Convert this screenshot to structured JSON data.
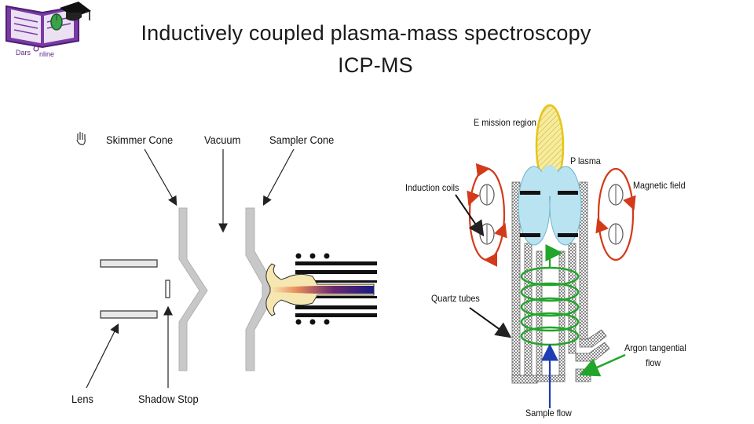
{
  "title": {
    "line1": "Inductively coupled plasma-mass  spectroscopy",
    "line2": "ICP-MS"
  },
  "logo": {
    "text_left": "Dars",
    "text_right": "nline",
    "icon": "book-graduation-cap-icon"
  },
  "left_diagram": {
    "labels": {
      "skimmer_cone": "Skimmer Cone",
      "vacuum": "Vacuum",
      "sampler_cone": "Sampler Cone",
      "lens": "Lens",
      "shadow_stop": "Shadow Stop"
    },
    "corner_icon": "hand-pointer-icon"
  },
  "right_diagram": {
    "labels": {
      "emission_region": "E mission region",
      "plasma": "P lasma",
      "induction_coils": "Induction coils",
      "magnetic_field": "Magnetic field",
      "quartz_tubes": "Quartz tubes",
      "argon_flow_line1": "Argon tangential",
      "argon_flow_line2": "flow",
      "sample_flow": "Sample flow"
    }
  },
  "colors": {
    "emission": "#f3e28a",
    "plasma": "#b9e3f0",
    "magnetic_field": "#d23a1a",
    "argon_flow": "#22a52a",
    "sample_flow": "#1f3db5",
    "logo_purple": "#6a2c91"
  }
}
